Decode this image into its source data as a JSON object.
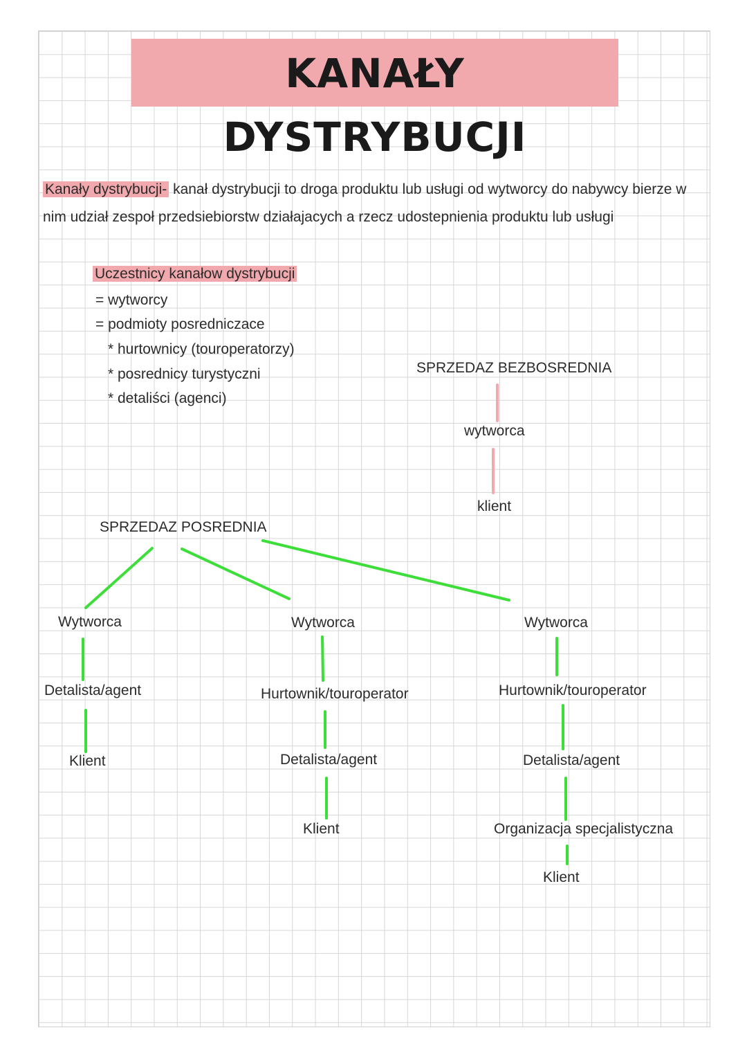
{
  "title": "KANAŁY DYSTRYBUCJI",
  "definition": {
    "term": "Kanały dystrybucji-",
    "text": " kanał dystrybucji to droga produktu lub usługi od wytworcy do nabywcy  bierze w nim udział zespoł przedsiebiorstw  działajacych a rzecz udostepnienia produktu lub usługi"
  },
  "participants": {
    "heading": "Uczestnicy kanałow dystrybucji",
    "items": [
      "= wytworcy",
      "= podmioty posredniczace",
      "* hurtownicy (touroperatorzy)",
      "* posrednicy turystyczni",
      "* detaliści (agenci)"
    ]
  },
  "direct": {
    "heading": "SPRZEDAZ BEZBOSREDNIA",
    "producer": "wytworca",
    "client": "klient"
  },
  "indirect": {
    "heading": "SPRZEDAZ POSREDNIA",
    "chain1": [
      "Wytworca",
      "Detalista/agent",
      "Klient"
    ],
    "chain2": [
      "Wytworca",
      "Hurtownik/touroperator",
      "Detalista/agent",
      "Klient"
    ],
    "chain3": [
      "Wytworca",
      "Hurtownik/touroperator",
      "Detalista/agent",
      "Organizacja specjalistyczna",
      "Klient"
    ]
  },
  "colors": {
    "highlight": "#f2a9ae",
    "direct_line": "#f2a9ae",
    "indirect_line": "#3dde3a"
  }
}
